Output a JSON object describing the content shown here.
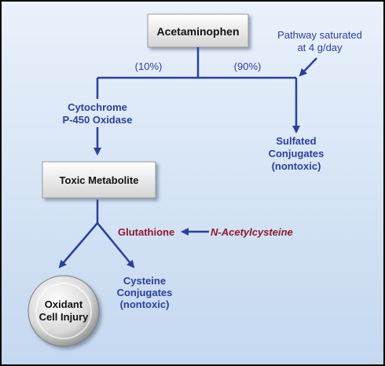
{
  "nodes": {
    "acetaminophen": "Acetaminophen",
    "toxic_metabolite": "Toxic Metabolite",
    "oxidant_line1": "Oxidant",
    "oxidant_line2": "Cell Injury"
  },
  "labels": {
    "pathway_line1": "Pathway saturated",
    "pathway_line2": "at 4 g/day",
    "pct_left": "(10%)",
    "pct_right": "(90%)",
    "cyto_line1": "Cytochrome",
    "cyto_line2": "P-450 Oxidase",
    "sulfated_line1": "Sulfated",
    "sulfated_line2": "Conjugates",
    "sulfated_line3": "(nontoxic)",
    "glutathione": "Glutathione",
    "nac": "N-Acetylcysteine",
    "cysteine_line1": "Cysteine",
    "cysteine_line2": "Conjugates",
    "cysteine_line3": "(nontoxic)"
  },
  "colors": {
    "arrow": "#2b3f9c",
    "text_blue": "#2b3f9c",
    "text_red": "#8b1a2b"
  }
}
